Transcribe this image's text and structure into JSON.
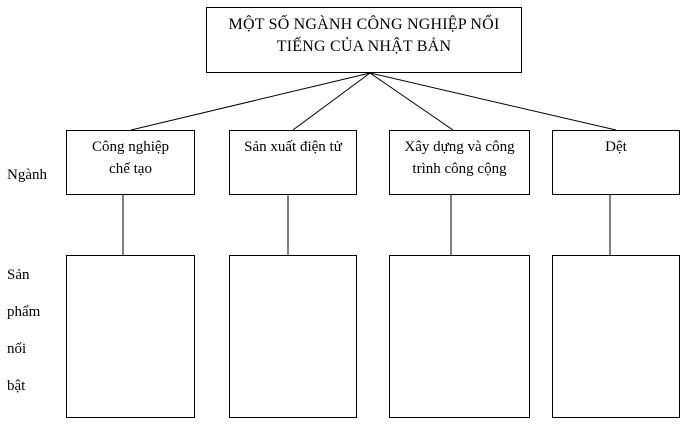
{
  "title": "MỘT SỐ NGÀNH CÔNG NGHIỆP NỔI\nTIẾNG CỦA NHẬT BẢN",
  "row_labels": {
    "industry": "Ngành",
    "products": [
      "Sản",
      "phẩm",
      "nổi",
      "bật"
    ]
  },
  "categories": [
    {
      "label": "Công nghiệp\nchế tạo"
    },
    {
      "label": "Sản xuất điện tử"
    },
    {
      "label": "Xây dựng và công\ntrình công cộng"
    },
    {
      "label": "Dệt"
    }
  ],
  "products": [
    "",
    "",
    "",
    ""
  ]
}
